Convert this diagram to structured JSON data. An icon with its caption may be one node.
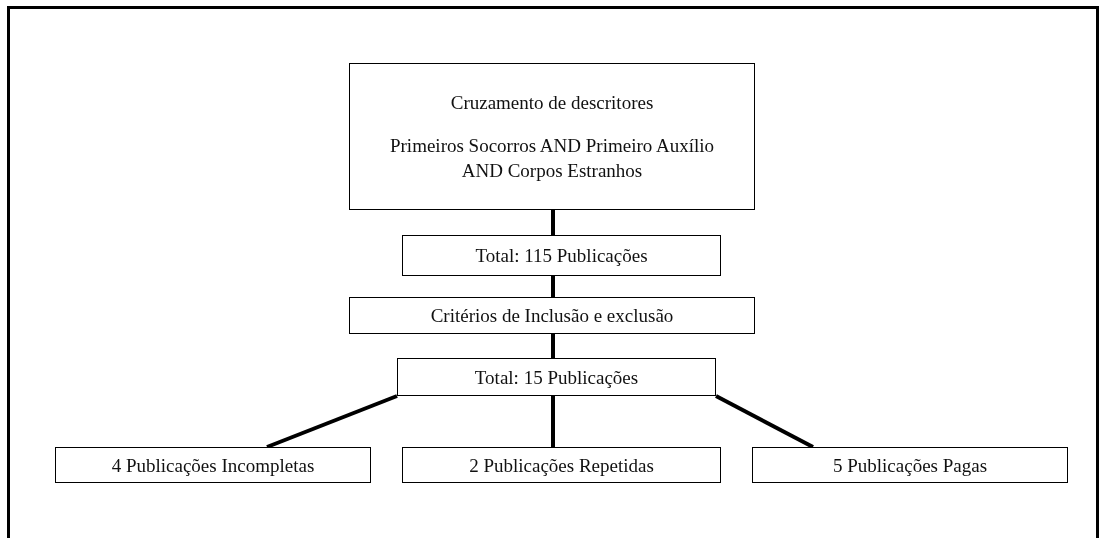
{
  "diagram": {
    "nodes": [
      {
        "text": [
          "Cruzamento de descritores",
          "Primeiros Socorros AND Primeiro Auxílio AND Corpos Estranhos"
        ]
      },
      {
        "text": [
          "Total: 115 Publicações"
        ]
      },
      {
        "text": [
          "Critérios de Inclusão e exclusão"
        ]
      },
      {
        "text": [
          "Total: 15 Publicações"
        ]
      },
      {
        "text": [
          "4 Publicações Incompletas"
        ]
      },
      {
        "text": [
          "2 Publicações Repetidas"
        ]
      },
      {
        "text": [
          "5 Publicações Pagas"
        ]
      }
    ],
    "edges": [
      {
        "from": 0,
        "to": 1,
        "arrow": "none"
      },
      {
        "from": 1,
        "to": 2,
        "arrow": "none"
      },
      {
        "from": 2,
        "to": 3,
        "arrow": "none"
      },
      {
        "from": 3,
        "to": 4,
        "arrow": "none"
      },
      {
        "from": 3,
        "to": 5,
        "arrow": "none"
      },
      {
        "from": 3,
        "to": 6,
        "arrow": "none"
      }
    ]
  }
}
